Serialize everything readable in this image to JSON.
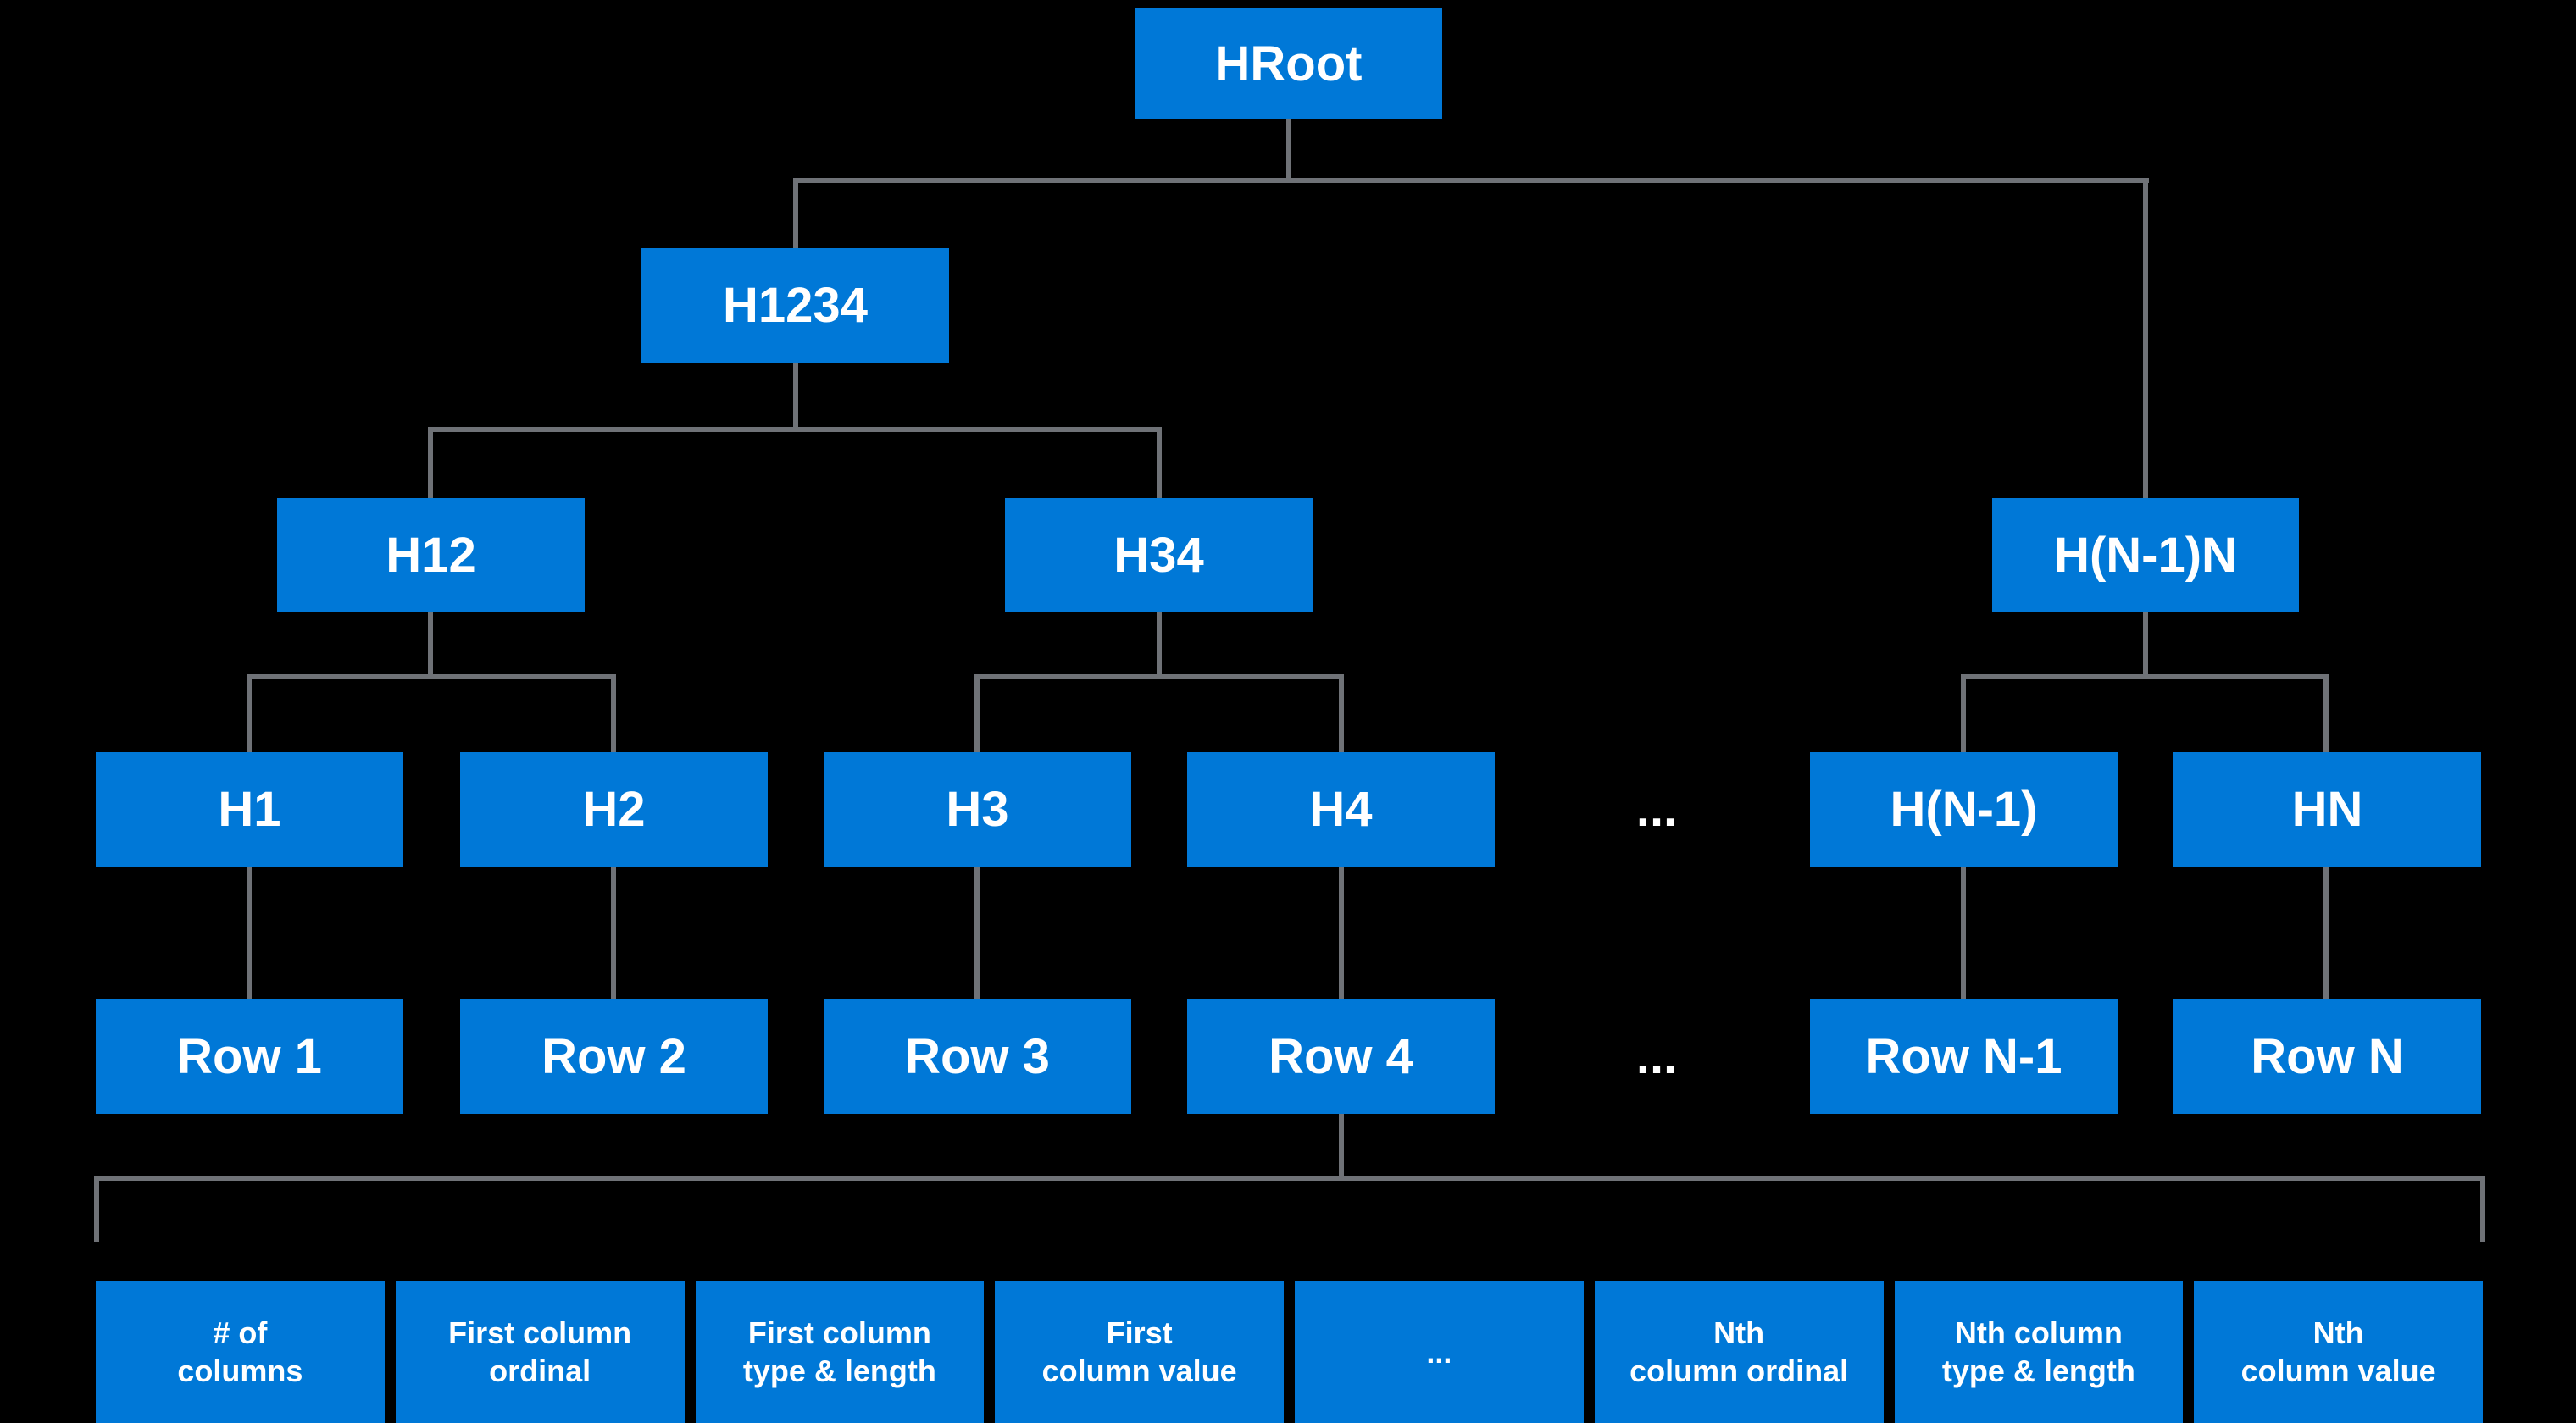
{
  "colors": {
    "background": "#000000",
    "node_fill": "#0078D7",
    "node_text": "#FFFFFF",
    "connector": "#6F7277"
  },
  "nodes": {
    "hroot": "HRoot",
    "h1234": "H1234",
    "h12": "H12",
    "h34": "H34",
    "hn1n": "H(N-1)N",
    "h1": "H1",
    "h2": "H2",
    "h3": "H3",
    "h4": "H4",
    "hn1": "H(N-1)",
    "hn": "HN",
    "row1": "Row 1",
    "row2": "Row 2",
    "row3": "Row 3",
    "row4": "Row 4",
    "rown1": "Row N-1",
    "rown": "Row N"
  },
  "ellipsis": {
    "hash_level": "...",
    "row_level": "...",
    "cell_level": "..."
  },
  "bottom_cells": [
    "# of\ncolumns",
    "First column\nordinal",
    "First column\ntype & length",
    "First\ncolumn value",
    "...",
    "Nth\ncolumn ordinal",
    "Nth column\ntype & length",
    "Nth\ncolumn value"
  ]
}
